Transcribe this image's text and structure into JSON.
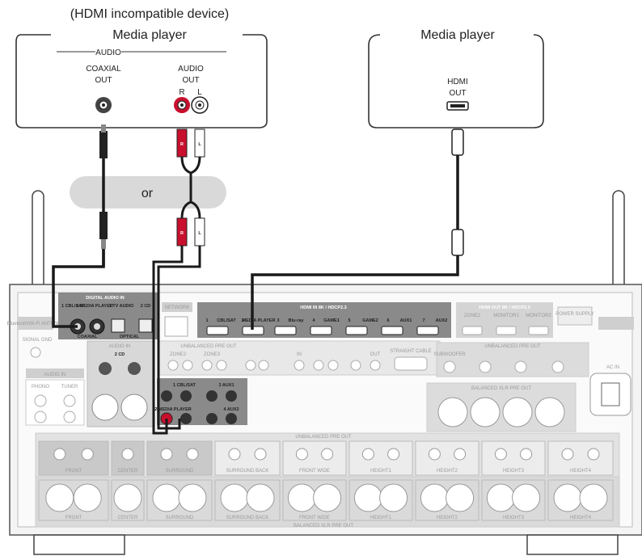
{
  "left_device": {
    "caption": "(HDMI incompatible device)",
    "title": "Media player",
    "group_label": "AUDIO",
    "coaxial_label": "COAXIAL",
    "coaxial_out": "OUT",
    "audio_label": "AUDIO",
    "audio_out": "OUT",
    "r_label": "R",
    "l_label": "L"
  },
  "right_device": {
    "title": "Media player",
    "hdmi_label": "HDMI",
    "hdmi_out": "OUT"
  },
  "or_label": "or",
  "receiver": {
    "digital_audio_in": "DIGITAL AUDIO IN",
    "coaxial": "COAXIAL",
    "optical": "OPTICAL",
    "coax_1": "1 CBL/SAT",
    "coax_2": "2 MEDIA PLAYER",
    "optical_1": "1 TV AUDIO",
    "optical_2": "2 CD",
    "network": "NETWORK",
    "hdmi_in": "HDMI IN 8K / HDCP2.3",
    "hdmi_in_ports": [
      "1",
      "CBL/SAT",
      "2",
      "MEDIA PLAYER",
      "3",
      "Blu-ray",
      "4",
      "GAME1",
      "5",
      "GAME2",
      "6",
      "AUX1",
      "7",
      "AUX2"
    ],
    "hdmi_out": "HDMI OUT 8K / HDCP2.3",
    "hdmi_out_ports": [
      "ZONE2",
      "MONITOR1",
      "MONITOR2"
    ],
    "power_supply": "POWER SUPPLY",
    "antenna_label": "Bluetooth/Wi-Fi ANTENNA",
    "signal_gnd": "SIGNAL GND",
    "audio_in": "AUDIO IN",
    "audio_in_cd": "2 CD",
    "phono": "PHONO",
    "tuner": "TUNER",
    "unbalanced_pre_out": "UNBALANCED PRE OUT",
    "zone2": "ZONE2",
    "zone3": "ZONE3",
    "ir_in": "IN",
    "ir_out": "OUT",
    "straight_cable": "STRAIGHT CABLE",
    "subwoofer": "SUBWOOFER",
    "balanced_xlr_pre_out": "BALANCED XLR PRE OUT",
    "ac_in": "AC IN",
    "analog_1": "1 CBL/SAT",
    "analog_3": "3 AUX1",
    "analog_2": "2 MEDIA PLAYER",
    "analog_4": "4 AUX2",
    "channels": [
      "FRONT",
      "CENTER",
      "SURROUND",
      "SURROUND BACK",
      "FRONT WIDE",
      "HEIGHT1",
      "HEIGHT2",
      "HEIGHT3",
      "HEIGHT4"
    ]
  },
  "colors": {
    "cable": "#1a1a1a",
    "red_plug": "#c8102e",
    "or_bubble": "#d9d9d9",
    "panel_gray": "#cfcfcf",
    "highlight_panel": "#8a8a8a"
  }
}
